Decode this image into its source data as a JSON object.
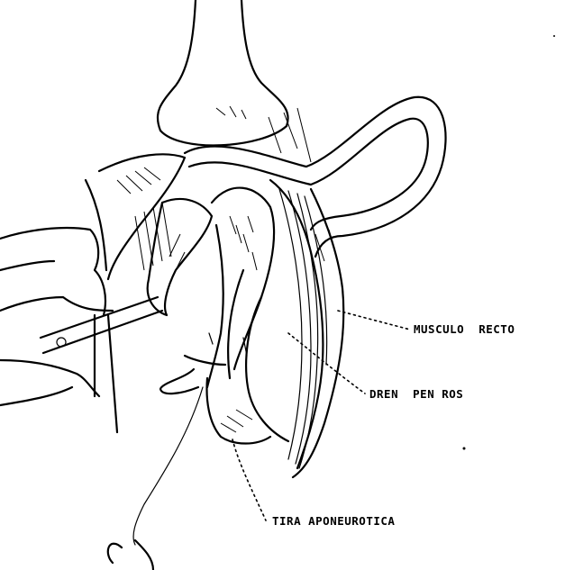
{
  "labels": {
    "musculo_recto": "MUSCULO  RECTO",
    "dren_penros": "DREN  PEN ROS",
    "tira_aponeurotica": "TIRA APONEUROTICA"
  },
  "colors": {
    "ink": "#000000",
    "background": "#ffffff"
  }
}
